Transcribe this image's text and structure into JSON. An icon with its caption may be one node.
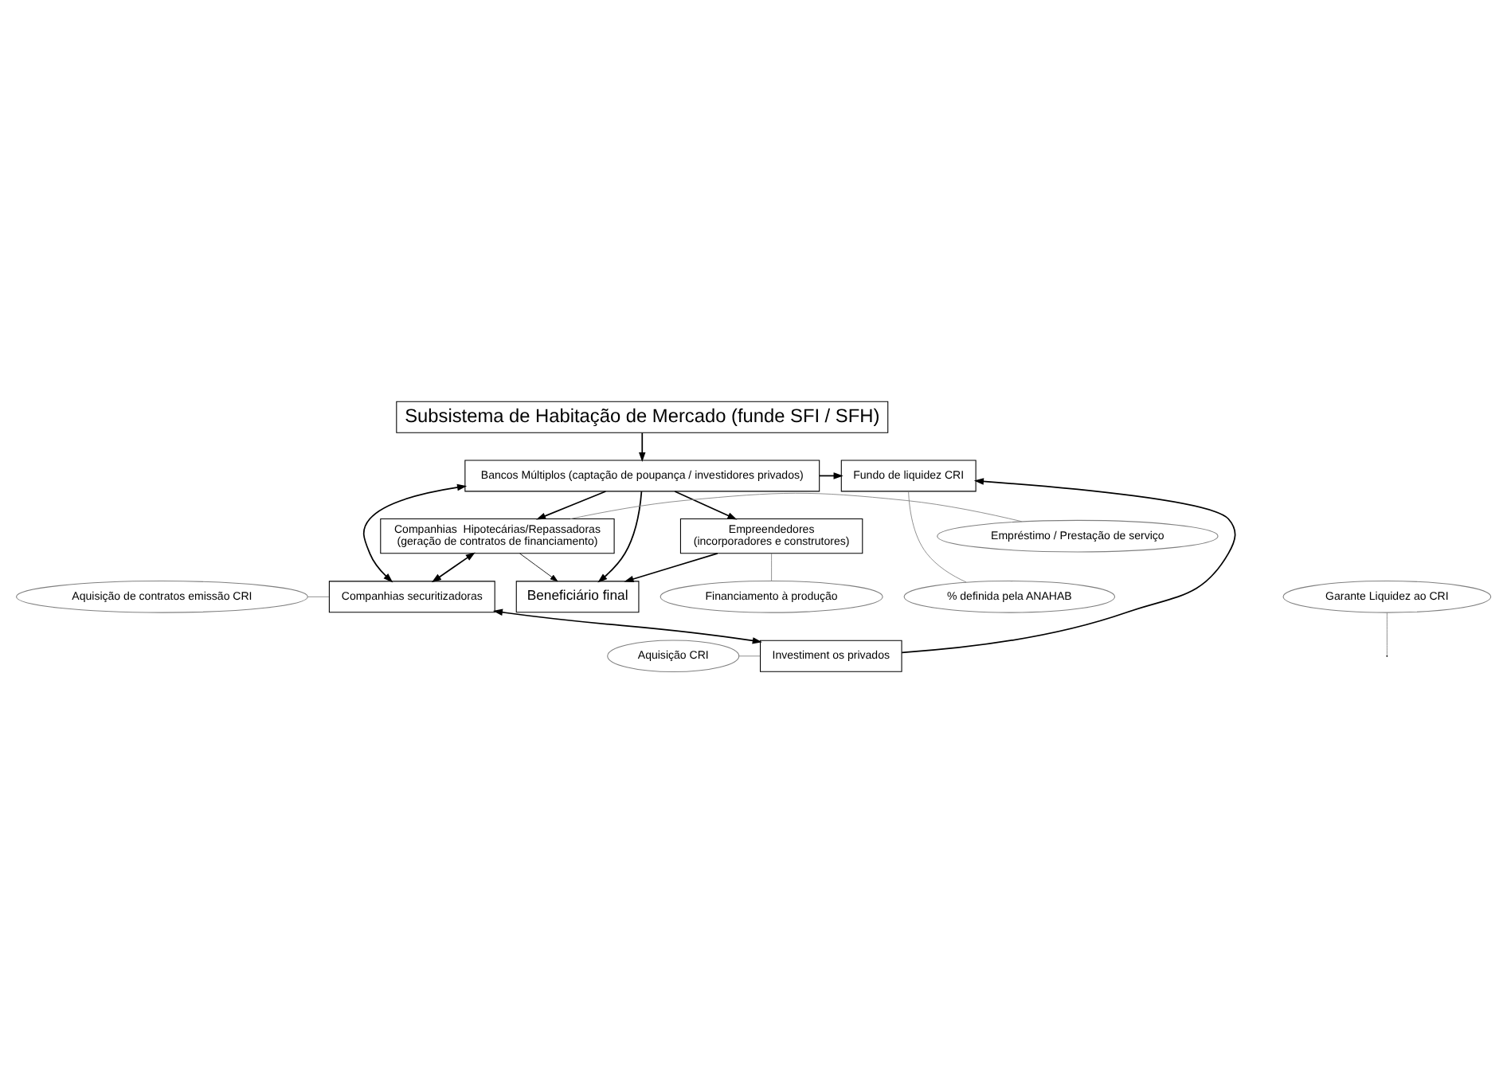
{
  "diagram": {
    "nodes": [
      {
        "text": [
          "Subsistema de Habitação de Mercado (funde SFI / SFH)"
        ]
      },
      {
        "text": [
          "Bancos Múltiplos (captação de poupança / investidores privados)"
        ]
      },
      {
        "text": [
          "Fundo de liquidez CRI"
        ]
      },
      {
        "text": [
          "Companhias  Hipotecárias/Repassadoras",
          "(geração de contratos de financiamento)"
        ]
      },
      {
        "text": [
          "Empreendedores",
          "(incorporadores e construtores)"
        ]
      },
      {
        "text": [
          "Companhias securitizadoras"
        ]
      },
      {
        "text": [
          "Investiment os privados"
        ]
      },
      {
        "text": [
          "Beneficiário final"
        ]
      },
      {
        "text": [
          "Empréstimo / Prestação de serviço"
        ]
      },
      {
        "text": [
          "Aquisição de contratos emissão CRI"
        ]
      },
      {
        "text": [
          "Aquisição CRI"
        ]
      },
      {
        "text": [
          "Garante Liquidez ao CRI"
        ]
      },
      {
        "text": [
          "% definida pela ANAHAB"
        ]
      },
      {
        "text": [
          "Financiamento à produção"
        ]
      }
    ],
    "edges": [
      {
        "from": 0,
        "to": 1,
        "arrow": "to"
      },
      {
        "from": 1,
        "to": 2,
        "arrow": "to"
      },
      {
        "from": 1,
        "to": 3,
        "arrow": "to"
      },
      {
        "from": 1,
        "to": 4,
        "arrow": "to"
      },
      {
        "from": 1,
        "to": 5,
        "arrow": "both"
      },
      {
        "from": 3,
        "to": 5,
        "arrow": "both"
      },
      {
        "from": 5,
        "to": 6,
        "arrow": "both"
      },
      {
        "from": 3,
        "to": 7,
        "arrow": "to"
      },
      {
        "from": 4,
        "to": 7,
        "arrow": "to"
      },
      {
        "from": 1,
        "to": 7,
        "arrow": "to"
      },
      {
        "from": 6,
        "to": 2,
        "arrow": "to"
      },
      {
        "from": 8,
        "to": 3,
        "arrow": "none",
        "color": "#808080"
      },
      {
        "from": 9,
        "to": 5,
        "arrow": "none",
        "color": "#808080"
      },
      {
        "from": 10,
        "to": 6,
        "arrow": "none",
        "color": "#808080"
      },
      {
        "from": 11,
        "to": null,
        "arrow": "none",
        "color": "#808080"
      },
      {
        "from": 12,
        "to": 2,
        "arrow": "none",
        "color": "#808080"
      },
      {
        "from": 13,
        "to": 4,
        "arrow": "none",
        "color": "#808080"
      }
    ]
  }
}
